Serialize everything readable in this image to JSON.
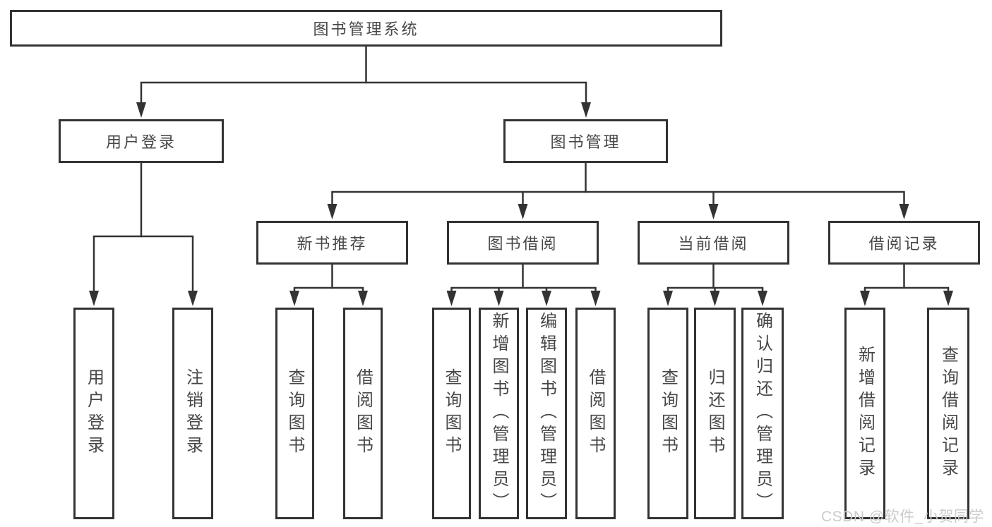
{
  "colors": {
    "background": "#ffffff",
    "line": "#333333",
    "box_border": "#333333",
    "text": "#474747",
    "watermark": "#cbcbcb"
  },
  "watermark": "CSDN @软件_小贺同学",
  "tree": {
    "label": "图书管理系统",
    "children": [
      {
        "label": "用户登录",
        "children": [
          {
            "label": "用户登录"
          },
          {
            "label": "注销登录"
          }
        ]
      },
      {
        "label": "图书管理",
        "children": [
          {
            "label": "新书推荐",
            "children": [
              {
                "label": "查询图书"
              },
              {
                "label": "借阅图书"
              }
            ]
          },
          {
            "label": "图书借阅",
            "children": [
              {
                "label": "查询图书"
              },
              {
                "label": "新增图书（管理员）"
              },
              {
                "label": "编辑图书（管理员）"
              },
              {
                "label": "借阅图书"
              }
            ]
          },
          {
            "label": "当前借阅",
            "children": [
              {
                "label": "查询图书"
              },
              {
                "label": "归还图书"
              },
              {
                "label": "确认归还（管理员）"
              }
            ]
          },
          {
            "label": "借阅记录",
            "children": [
              {
                "label": "新增借阅记录"
              },
              {
                "label": "查询借阅记录"
              }
            ]
          }
        ]
      }
    ]
  }
}
